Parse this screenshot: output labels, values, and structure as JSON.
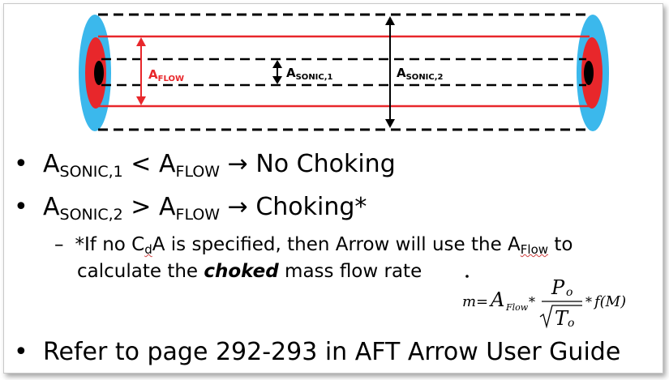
{
  "diagram": {
    "label_flow_main": "A",
    "label_flow_sub": "FLOW",
    "label_sonic1_main": "A",
    "label_sonic1_sub": "SONIC,1",
    "label_sonic2_main": "A",
    "label_sonic2_sub": "SONIC,2",
    "colors": {
      "flow": "#e8272b",
      "outer": "#3bb8ec",
      "dark": "#000000"
    }
  },
  "bullets": [
    {
      "a": "A",
      "a_sub": "SONIC,1",
      "op": " < ",
      "b": "A",
      "b_sub": "FLOW",
      "arrow": " → ",
      "text": "No Choking"
    },
    {
      "a": "A",
      "a_sub": "SONIC,2",
      "op": " > ",
      "b": "A",
      "b_sub": "FLOW",
      "arrow": " → ",
      "text": "Choking*"
    }
  ],
  "sub_bullet": {
    "dash": "–",
    "part1": "*If no C",
    "cd_sub": "d",
    "part2": "A is specified, then Arrow will use the A",
    "aflow_sub": "Flow",
    "part3": " to",
    "line2_a": "calculate the ",
    "line2_bold": "choked",
    "line2_b": " mass flow rate"
  },
  "formula": {
    "m": "m",
    "eq": "=",
    "a": "A",
    "a_sub": "Flow",
    "star1": "*",
    "num": "P",
    "num_sub": "o",
    "den": "T",
    "den_sub": "o",
    "star2": "*",
    "fm": "f(M)"
  },
  "refer": {
    "text": "Refer to page 292-293 in AFT Arrow User Guide"
  }
}
